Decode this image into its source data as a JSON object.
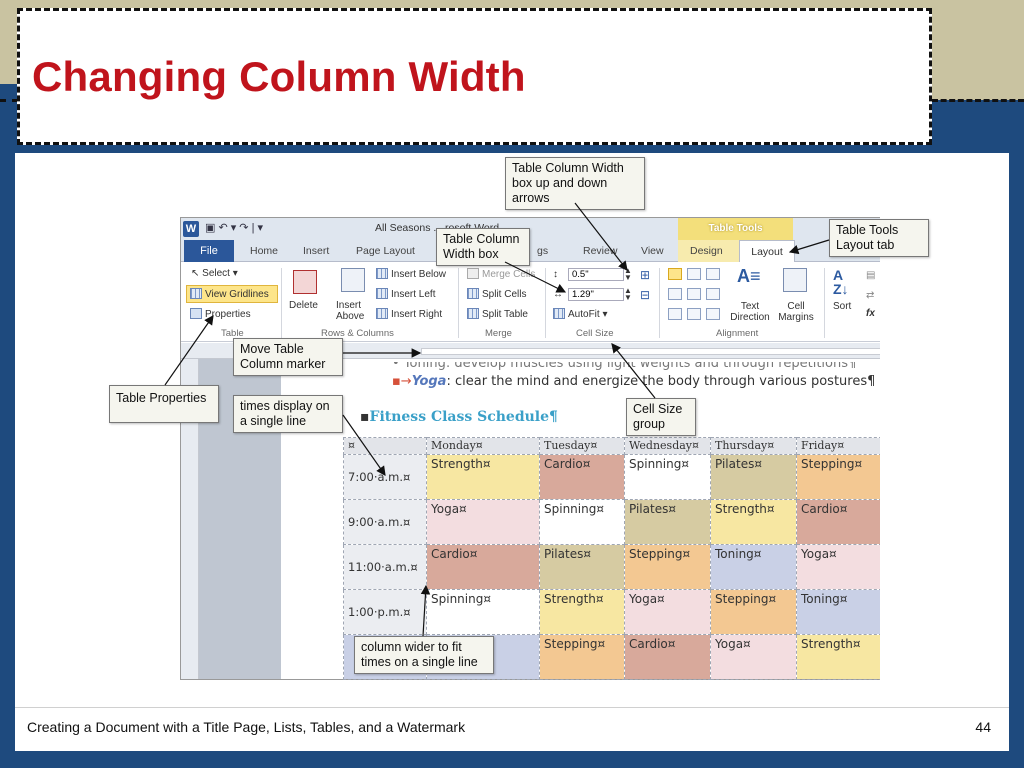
{
  "slide": {
    "title": "Changing Column Width",
    "footer": "Creating a Document with a Title Page, Lists, Tables, and a Watermark",
    "page_number": "44"
  },
  "window": {
    "title": "All Seasons ... rosoft Word",
    "file_tab": "File",
    "tabs": [
      "Home",
      "Insert",
      "Page Layout",
      "gs",
      "Review",
      "View",
      "Design",
      "Layout"
    ],
    "contextual_group": "Table Tools"
  },
  "ribbon": {
    "table_group": {
      "select": "Select ▾",
      "view_gridlines": "View Gridlines",
      "properties": "Properties",
      "label": "Table"
    },
    "rows_columns": {
      "delete": "Delete",
      "insert_above": "Insert Above",
      "insert_below": "Insert Below",
      "insert_left": "Insert Left",
      "insert_right": "Insert Right",
      "label": "Rows & Columns"
    },
    "merge": {
      "merge_cells": "Merge Cells",
      "split_cells": "Split Cells",
      "split_table": "Split Table",
      "label": "Merge"
    },
    "cell_size": {
      "height_value": "0.5\"",
      "width_value": "1.29\"",
      "autofit": "AutoFit ▾",
      "label": "Cell Size"
    },
    "alignment": {
      "text_direction": "Text Direction",
      "cell_margins": "Cell Margins",
      "label": "Alignment"
    },
    "data": {
      "sort": "Sort"
    }
  },
  "document": {
    "line_toning": "• Toning: develop muscles using light weights and through repetitions¶",
    "yoga_label": "Yoga",
    "yoga_text": ": clear the mind and energize the body through various postures¶",
    "schedule_heading": "Fitness Class Schedule¶",
    "table": {
      "headers": [
        "¤",
        "Monday¤",
        "Tuesday¤",
        "Wednesday¤",
        "Thursday¤",
        "Friday¤"
      ],
      "rows": [
        {
          "time": "7:00·a.m.¤",
          "cells": [
            "Strength¤",
            "Cardio¤",
            "Spinning¤",
            "Pilates¤",
            "Stepping¤"
          ]
        },
        {
          "time": "9:00·a.m.¤",
          "cells": [
            "Yoga¤",
            "Spinning¤",
            "Pilates¤",
            "Strength¤",
            "Cardio¤"
          ]
        },
        {
          "time": "11:00·a.m.¤",
          "cells": [
            "Cardio¤",
            "Pilates¤",
            "Stepping¤",
            "Toning¤",
            "Yoga¤"
          ]
        },
        {
          "time": "1:00·p.m.¤",
          "cells": [
            "Spinning¤",
            "Strength¤",
            "Yoga¤",
            "Stepping¤",
            "Toning¤"
          ]
        },
        {
          "time": "",
          "cells": [
            "",
            "Stepping¤",
            "Cardio¤",
            "Yoga¤",
            "Strength¤"
          ]
        }
      ]
    }
  },
  "callouts": {
    "column_width_arrows": "Table Column Width box up and down arrows",
    "column_width_box": "Table Column Width box",
    "table_tools_layout": "Table Tools Layout tab",
    "move_marker": "Move Table Column marker",
    "table_properties": "Table Properties",
    "single_line": "times display on a single line",
    "cell_size_group": "Cell Size group",
    "wider_column": "column wider to fit times on a single line"
  },
  "colors": {
    "title_red": "#c0141c",
    "background_blue": "#1e4a7e",
    "band_tan": "#c9c3a1"
  }
}
